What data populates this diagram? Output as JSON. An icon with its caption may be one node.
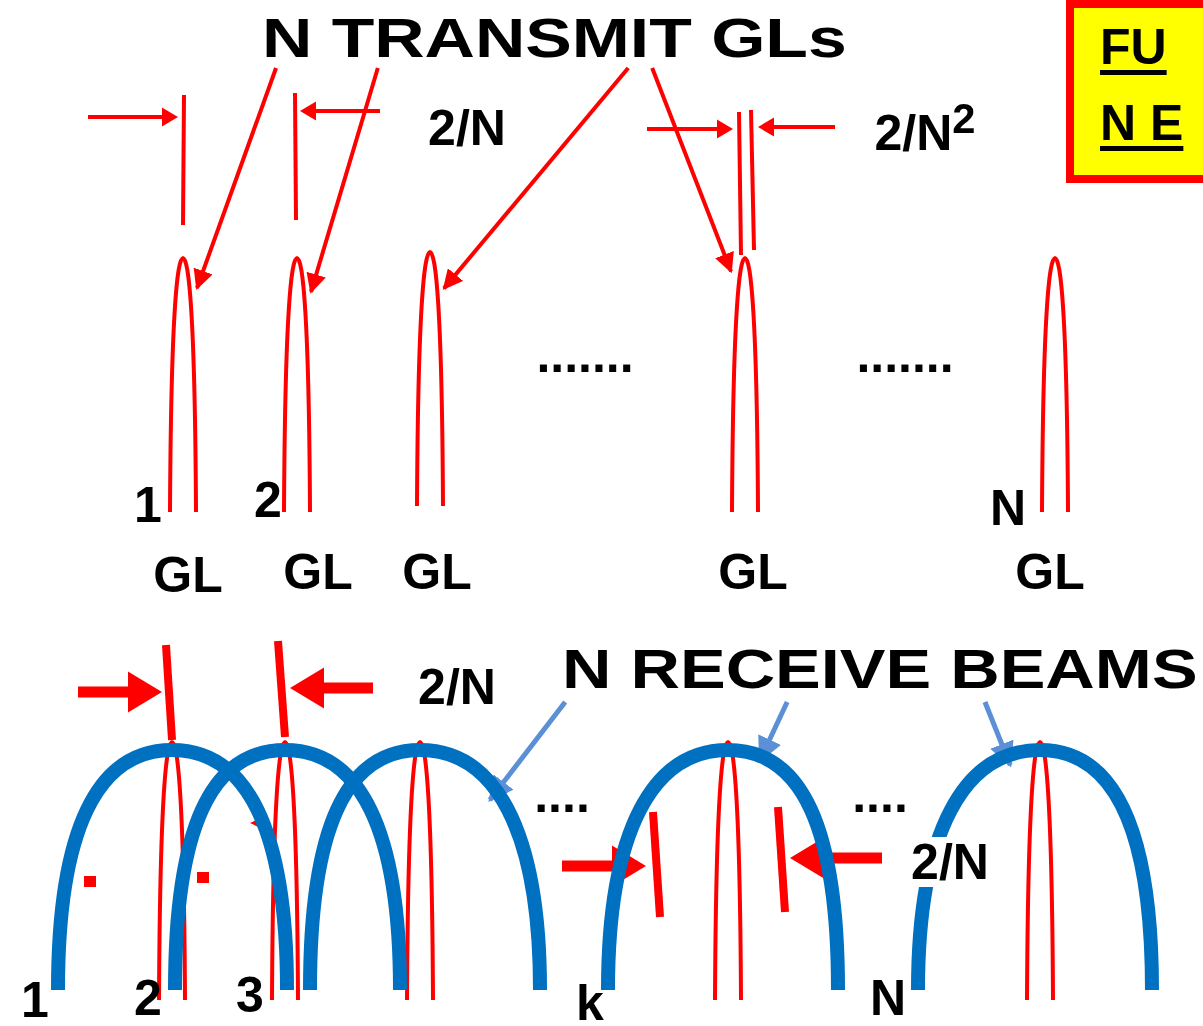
{
  "diagram": {
    "nodes": [
      {
        "text": [
          "N TRANSMIT GLs"
        ]
      },
      {
        "text": [
          "FU",
          "N E"
        ]
      },
      {
        "text": [],
        "shape": "lobe",
        "beside": [
          "GL"
        ]
      },
      {
        "text": [],
        "shape": "lobe",
        "beside": [
          "GL"
        ]
      },
      {
        "text": [],
        "shape": "lobe",
        "beside": [
          "GL"
        ]
      },
      {
        "text": [],
        "shape": "lobe",
        "beside": [
          "GL"
        ]
      },
      {
        "text": [],
        "shape": "lobe",
        "beside": [
          "GL"
        ]
      },
      {
        "text": [
          "N RECEIVE BEAMS"
        ]
      },
      {
        "text": [],
        "shape": "arc"
      },
      {
        "text": [],
        "shape": "arc"
      },
      {
        "text": [],
        "shape": "arc"
      },
      {
        "text": [],
        "shape": "arc"
      },
      {
        "text": [],
        "shape": "arc"
      }
    ],
    "edges": [
      {
        "from": 0,
        "to": 2,
        "arrow": "to"
      },
      {
        "from": 0,
        "to": 3,
        "arrow": "to"
      },
      {
        "from": 0,
        "to": 4,
        "arrow": "to"
      },
      {
        "from": 0,
        "to": 5,
        "arrow": "to"
      },
      {
        "from": 7,
        "to": 10,
        "arrow": "to",
        "color": "#5b8fd6"
      },
      {
        "from": 7,
        "to": 11,
        "arrow": "to",
        "color": "#5b8fd6"
      },
      {
        "from": 7,
        "to": 12,
        "arrow": "to",
        "color": "#5b8fd6"
      }
    ],
    "labels": [
      "2/N",
      "2/N$^{2}$",
      ".......",
      ".......",
      "1",
      "2",
      "N",
      "2/N",
      "....",
      "....",
      "2/N",
      "1",
      "2",
      "3",
      "k",
      "N"
    ]
  }
}
